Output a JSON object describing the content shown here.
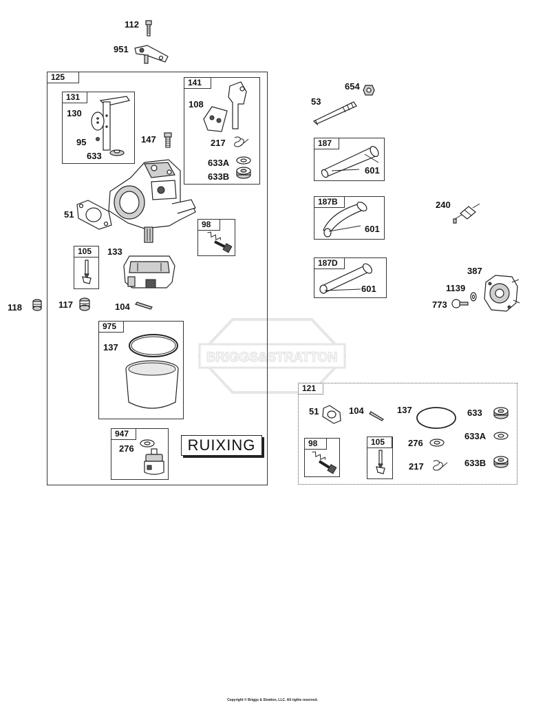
{
  "parts": {
    "p112": "112",
    "p951": "951",
    "p125": "125",
    "p131": "131",
    "p130": "130",
    "p95": "95",
    "p633_a": "633",
    "p147": "147",
    "p141": "141",
    "p108": "108",
    "p217_a": "217",
    "p633A_a": "633A",
    "p633B_a": "633B",
    "p51_a": "51",
    "p98_a": "98",
    "p105_a": "105",
    "p133": "133",
    "p118": "118",
    "p117": "117",
    "p104_a": "104",
    "p975": "975",
    "p137_a": "137",
    "p947": "947",
    "p276_a": "276",
    "p654": "654",
    "p53": "53",
    "p187": "187",
    "p601_a": "601",
    "p187B": "187B",
    "p601_b": "601",
    "p240": "240",
    "p187D": "187D",
    "p601_c": "601",
    "p387": "387",
    "p1139": "1139",
    "p773": "773",
    "p121": "121",
    "p51_b": "51",
    "p104_b": "104",
    "p137_b": "137",
    "p633_b": "633",
    "p98_b": "98",
    "p105_b": "105",
    "p276_b": "276",
    "p633A_b": "633A",
    "p217_b": "217",
    "p633B_b": "633B"
  },
  "stamp": "RUIXING",
  "watermark": "BRIGGS&STRATTON",
  "copyright": "Copyright © Briggs & Stratton, LLC. All rights reserved."
}
